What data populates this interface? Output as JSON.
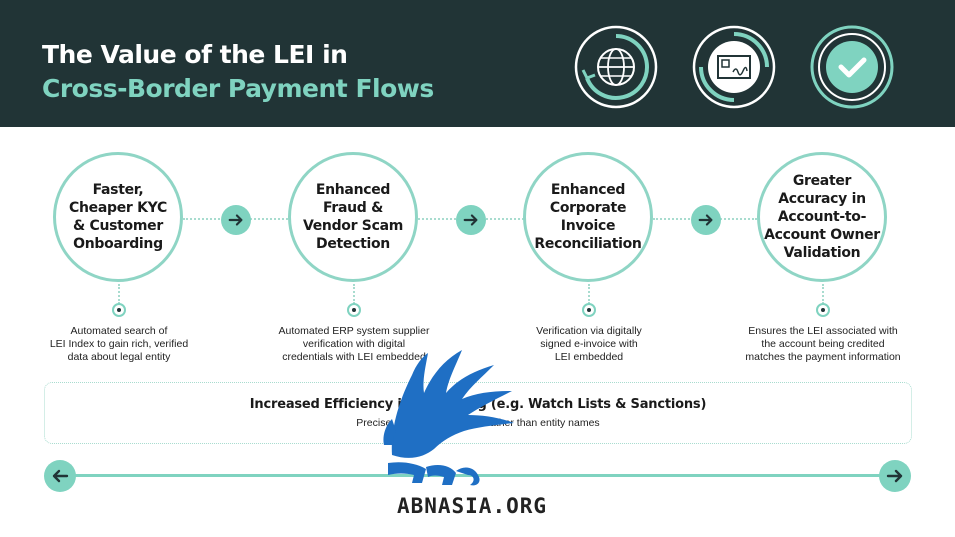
{
  "header": {
    "title_line1": "The Value of the LEI in",
    "title_line2": "Cross-Border Payment Flows",
    "icons": [
      "globe-icon",
      "certificate-icon",
      "checkmark-icon"
    ]
  },
  "steps": [
    {
      "title": "Faster,\nCheaper KYC\n& Customer\nOnboarding",
      "description": "Automated search of\nLEI Index to gain rich, verified\ndata about legal entity"
    },
    {
      "title": "Enhanced\nFraud &\nVendor Scam\nDetection",
      "description": "Automated ERP system supplier\nverification with digital\ncredentials with LEI embedded"
    },
    {
      "title": "Enhanced\nCorporate\nInvoice\nReconciliation",
      "description": "Verification via digitally\nsigned e-invoice with\nLEI embedded"
    },
    {
      "title": "Greater\nAccuracy in\nAccount-to-\nAccount Owner\nValidation",
      "description": "Ensures the LEI associated with\nthe account being credited\nmatches the payment information"
    }
  ],
  "efficiency": {
    "title": "Increased Efficiency in Screening (e.g. Watch Lists & Sanctions)",
    "subtitle": "Precise matching using LEI rather than entity names"
  },
  "watermark": {
    "text": "ABNASIA.ORG"
  },
  "colors": {
    "dark": "#213436",
    "accent": "#7fd3c0",
    "watermark": "#1f6fc4"
  }
}
